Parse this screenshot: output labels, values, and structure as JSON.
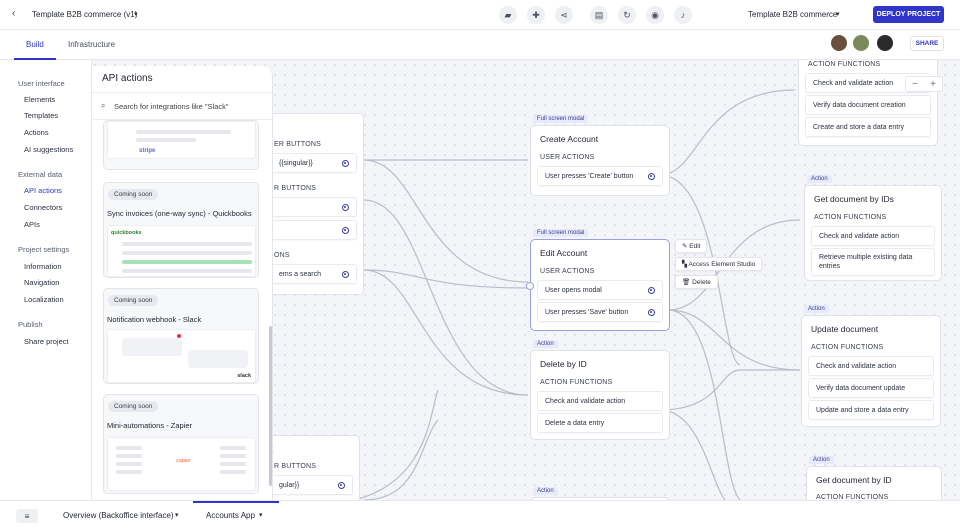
{
  "topbar": {
    "back_icon": "chevron-left-icon",
    "project_title": "Template B2B commerce (v1)",
    "project_selector": "Template B2B commerce",
    "deploy_label": "DEPLOY PROJECT",
    "accent": "#2f35c8"
  },
  "tabs": [
    {
      "label": "Build"
    },
    {
      "label": "Infrastructure"
    }
  ],
  "share_label": "SHARE",
  "nav": {
    "user_interface": "User interface",
    "elements": "Elements",
    "templates": "Templates",
    "actions": "Actions",
    "ai_suggestions": "AI suggestions",
    "external_data": "External data",
    "api_actions": "API actions",
    "connectors": "Connectors",
    "apis": "APIs",
    "project_settings": "Project settings",
    "information": "Information",
    "navigation": "Navigation",
    "localization": "Localization",
    "publish": "Publish",
    "share_project": "Share project"
  },
  "panel": {
    "title": "API actions",
    "search_placeholder": "Search for integrations like \"Slack\"",
    "stripe_logo": "stripe",
    "cards": [
      {
        "badge": "Coming soon",
        "title": "Sync invoices (one-way sync) - Quickbooks",
        "logo": "quickbooks"
      },
      {
        "badge": "Coming soon",
        "title": "Notification webhook - Slack",
        "logo": "slack"
      },
      {
        "badge": "Coming soon",
        "title": "Mini-automations - Zapier",
        "logo": "zapier"
      }
    ]
  },
  "partial_node": {
    "s1": "ER BUTTONS",
    "r1": "{{singular}}",
    "s2": "R BUTTONS",
    "s3": "ONS",
    "r4": "ems a search"
  },
  "partial_node2": {
    "title": "t",
    "s1": "R BUTTONS",
    "r1": "gular}}"
  },
  "nodes": {
    "create": {
      "tag": "Full screen modal",
      "title": "Create Account",
      "sub": "USER ACTIONS",
      "rows": [
        "User presses 'Create' button"
      ]
    },
    "edit": {
      "tag": "Full screen modal",
      "title": "Edit Account",
      "sub": "USER ACTIONS",
      "rows": [
        "User opens modal",
        "User presses 'Save' button"
      ]
    },
    "delete": {
      "tag": "Action",
      "title": "Delete by ID",
      "sub": "ACTION FUNCTIONS",
      "rows": [
        "Check and validate action",
        "Delete a data entry"
      ]
    },
    "action_bottom_tag": "Action",
    "right_top": {
      "sub": "ACTION FUNCTIONS",
      "rows": [
        "Check and validate action",
        "Verify data document creation",
        "Create and store a data entry"
      ]
    },
    "get_ids": {
      "tag": "Action",
      "title": "Get document by IDs",
      "sub": "ACTION FUNCTIONS",
      "rows": [
        "Check and validate action",
        "Retrieve multiple existing data entries"
      ]
    },
    "update": {
      "tag": "Action",
      "title": "Update document",
      "sub": "ACTION FUNCTIONS",
      "rows": [
        "Check and validate action",
        "Verify data document update",
        "Update and store a data entry"
      ]
    },
    "get_id": {
      "tag": "Action",
      "title": "Get document by ID",
      "sub": "ACTION FUNCTIONS"
    }
  },
  "context_menu": {
    "edit": "Edit",
    "studio": "Access Element Studio",
    "delete": "Delete"
  },
  "zoom": {
    "minus": "−",
    "plus": "+"
  },
  "bottom": {
    "overview": "Overview (Backoffice interface)",
    "accounts": "Accounts App"
  }
}
